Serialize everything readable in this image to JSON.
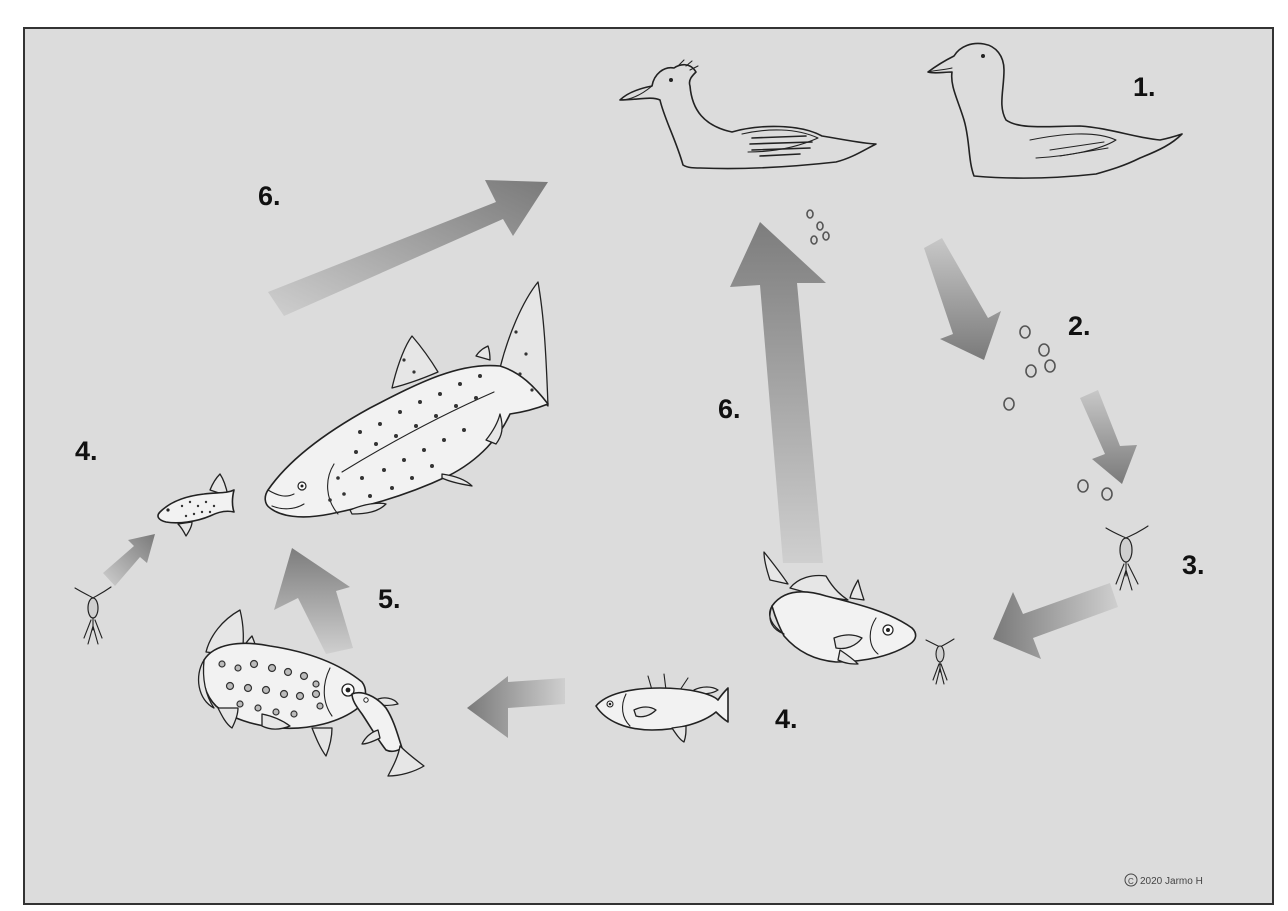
{
  "diagram": {
    "labels": {
      "step1": "1.",
      "step2": "2.",
      "step3": "3.",
      "step4_left": "4.",
      "step4_right": "4.",
      "step5": "5.",
      "step6_top": "6.",
      "step6_mid": "6."
    },
    "copyright": "2020 Jarmo H",
    "copyright_symbol": "C",
    "colors": {
      "background": "#dcdcdc",
      "border": "#333333",
      "arrow_dark": "#7a7a7a",
      "arrow_light": "#c8c8c8"
    },
    "icons": [
      "merganser-bird-icon",
      "gull-bird-icon",
      "egg-cluster-icon",
      "copepod-icon",
      "salmon-icon",
      "trout-fry-icon",
      "perch-fish-icon",
      "stickleback-fish-icon",
      "trout-eating-fish-icon",
      "gradient-arrow-icon"
    ]
  }
}
